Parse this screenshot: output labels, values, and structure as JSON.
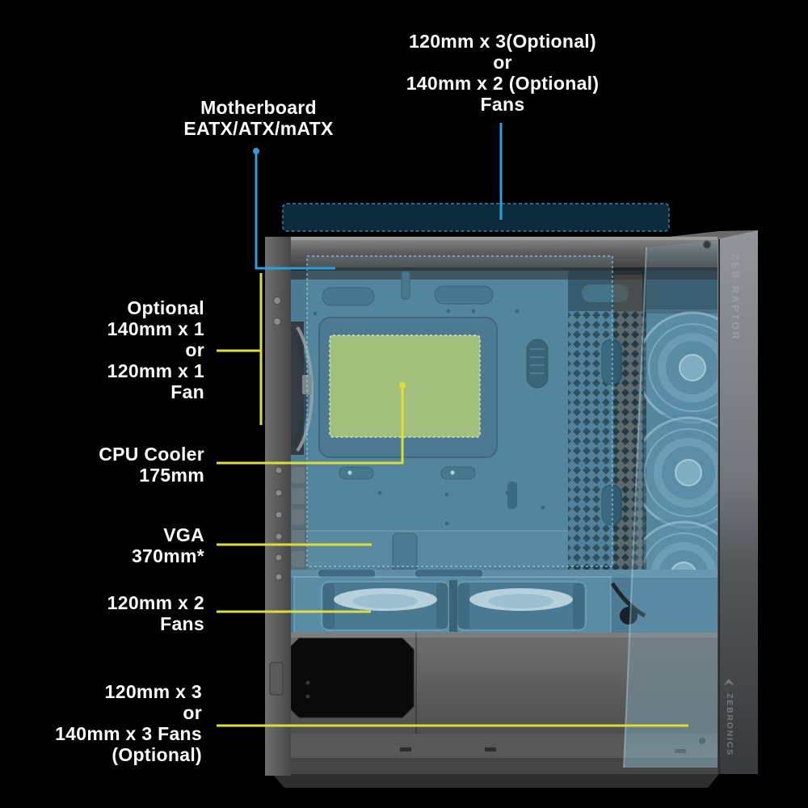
{
  "branding": {
    "model_vertical": "ZEB-RAPTOR",
    "brand_vertical": "ZEBRONICS"
  },
  "annotations": {
    "top_fans": {
      "lines": [
        "120mm x 3(Optional)",
        "or",
        "140mm x 2 (Optional)",
        "Fans"
      ],
      "callout_color": "blue"
    },
    "motherboard": {
      "lines": [
        "Motherboard",
        "EATX/ATX/mATX"
      ],
      "callout_color": "blue"
    },
    "rear_fan": {
      "lines": [
        "Optional",
        "140mm x 1",
        "or",
        "120mm x 1",
        "Fan"
      ],
      "callout_color": "yellow"
    },
    "cpu_cooler": {
      "lines": [
        "CPU Cooler",
        "175mm"
      ],
      "callout_color": "yellow"
    },
    "vga": {
      "lines": [
        "VGA",
        "370mm*"
      ],
      "callout_color": "yellow"
    },
    "bottom_fans_installed": {
      "lines": [
        "120mm x 2",
        "Fans"
      ],
      "callout_color": "yellow"
    },
    "bottom_fans_optional": {
      "lines": [
        "120mm x 3",
        "or",
        "140mm x 3 Fans",
        "(Optional)"
      ],
      "callout_color": "yellow"
    }
  },
  "colors": {
    "background": "#000000",
    "label_text": "#fbfbfb",
    "callout_blue": "#2b9fdb",
    "callout_yellow": "#dedc3a",
    "case_interior_teal": "#4c7b93",
    "cpu_zone_green": "#a9c06d",
    "top_fan_zone_fill": "#0d2d3e",
    "glass_tint": "#8cc3dd",
    "frame_gray": "#6c6c6c"
  }
}
